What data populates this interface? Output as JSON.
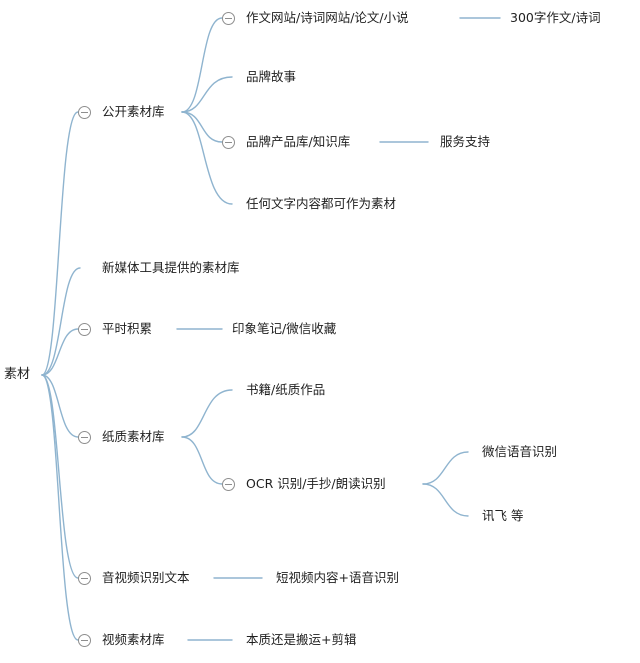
{
  "root": {
    "label": "素材"
  },
  "branches": {
    "public_library": {
      "label": "公开素材库",
      "children": {
        "sites": {
          "label": "作文网站/诗词网站/论文/小说",
          "child": {
            "label": "300字作文/诗词"
          }
        },
        "brand_story": {
          "label": "品牌故事"
        },
        "brand_product": {
          "label": "品牌产品库/知识库",
          "child": {
            "label": "服务支持"
          }
        },
        "any_text": {
          "label": "任何文字内容都可作为素材"
        }
      }
    },
    "new_media": {
      "label": "新媒体工具提供的素材库"
    },
    "daily": {
      "label": "平时积累",
      "child": {
        "label": "印象笔记/微信收藏"
      }
    },
    "paper": {
      "label": "纸质素材库",
      "children": {
        "books": {
          "label": "书籍/纸质作品"
        },
        "ocr": {
          "label": "OCR 识别/手抄/朗读识别",
          "children": {
            "wechat": {
              "label": "微信语音识别"
            },
            "xunfei": {
              "label": "讯飞 等"
            }
          }
        }
      }
    },
    "av_text": {
      "label": "音视频识别文本",
      "child": {
        "label": "短视频内容+语音识别"
      }
    },
    "video_library": {
      "label": "视频素材库",
      "child": {
        "label": "本质还是搬运+剪辑"
      }
    }
  }
}
